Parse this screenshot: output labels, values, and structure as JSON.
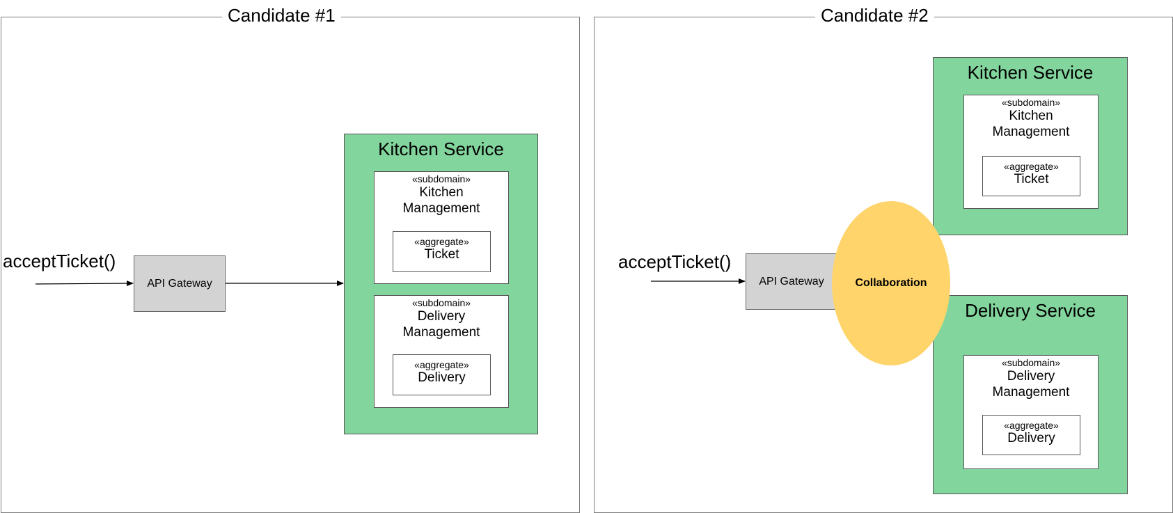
{
  "candidates": [
    {
      "title": "Candidate #1",
      "operation": "acceptTicket()",
      "gateway": "API Gateway",
      "services": [
        {
          "title": "Kitchen Service",
          "subdomains": [
            {
              "stereotype": "«subdomain»",
              "name_line1": "Kitchen",
              "name_line2": "Management",
              "aggregate": {
                "stereotype": "«aggregate»",
                "name": "Ticket"
              }
            },
            {
              "stereotype": "«subdomain»",
              "name_line1": "Delivery",
              "name_line2": "Management",
              "aggregate": {
                "stereotype": "«aggregate»",
                "name": "Delivery"
              }
            }
          ]
        }
      ]
    },
    {
      "title": "Candidate #2",
      "operation": "acceptTicket()",
      "gateway": "API Gateway",
      "collaboration": "Collaboration",
      "services": [
        {
          "title": "Kitchen Service",
          "subdomains": [
            {
              "stereotype": "«subdomain»",
              "name_line1": "Kitchen",
              "name_line2": "Management",
              "aggregate": {
                "stereotype": "«aggregate»",
                "name": "Ticket"
              }
            }
          ]
        },
        {
          "title": "Delivery Service",
          "subdomains": [
            {
              "stereotype": "«subdomain»",
              "name_line1": "Delivery",
              "name_line2": "Management",
              "aggregate": {
                "stereotype": "«aggregate»",
                "name": "Delivery"
              }
            }
          ]
        }
      ]
    }
  ],
  "colors": {
    "service_fill": "#82d59c",
    "gateway_fill": "#d3d3d3",
    "collaboration_fill": "#fed46b"
  }
}
